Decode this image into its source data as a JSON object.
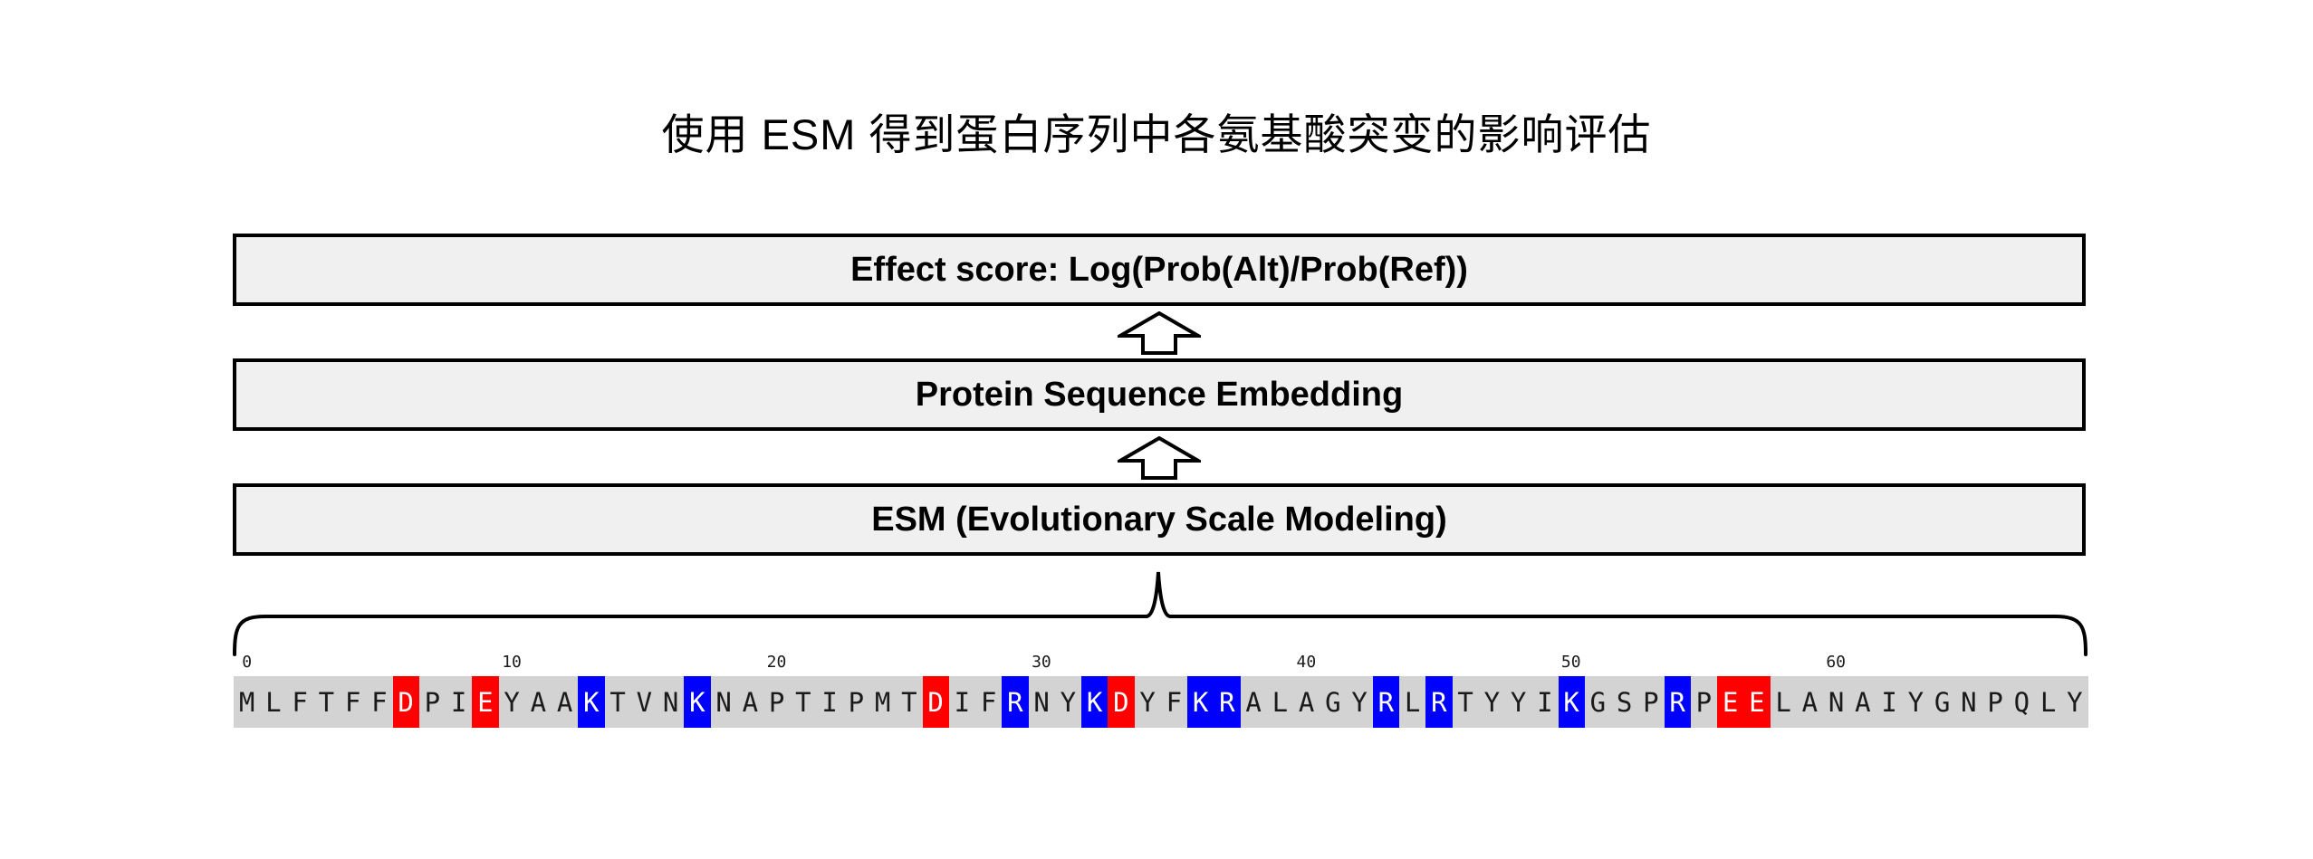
{
  "title": "使用 ESM 得到蛋白序列中各氨基酸突变的影响评估",
  "pipeline": {
    "boxes": [
      {
        "label": "Effect score: Log(Prob(Alt)/Prob(Ref))"
      },
      {
        "label": "Protein Sequence Embedding"
      },
      {
        "label": "ESM (Evolutionary Scale Modeling)"
      }
    ],
    "arrow_icon": "up-block-arrow",
    "box_fill": "#f0f0f0",
    "border_color": "#000000"
  },
  "sequence": {
    "residues": "MLFTFFDPIEYAAKTVNKNAPTIPMTDIFRNYKDYFKRALAGYRLRTYYIKGSPRPEELANAIYGNPQLY",
    "length": 70,
    "red_positions": [
      6,
      9,
      26,
      33,
      56,
      57
    ],
    "blue_positions": [
      13,
      17,
      29,
      32,
      36,
      37,
      43,
      45,
      50,
      54
    ],
    "ticks": [
      0,
      10,
      20,
      30,
      40,
      50,
      60
    ],
    "colors": {
      "negative": "#ff0000",
      "positive": "#0000ff",
      "default": "#d3d3d3",
      "letter_default": "#1a1a1a",
      "letter_highlight": "#ffffff"
    }
  }
}
